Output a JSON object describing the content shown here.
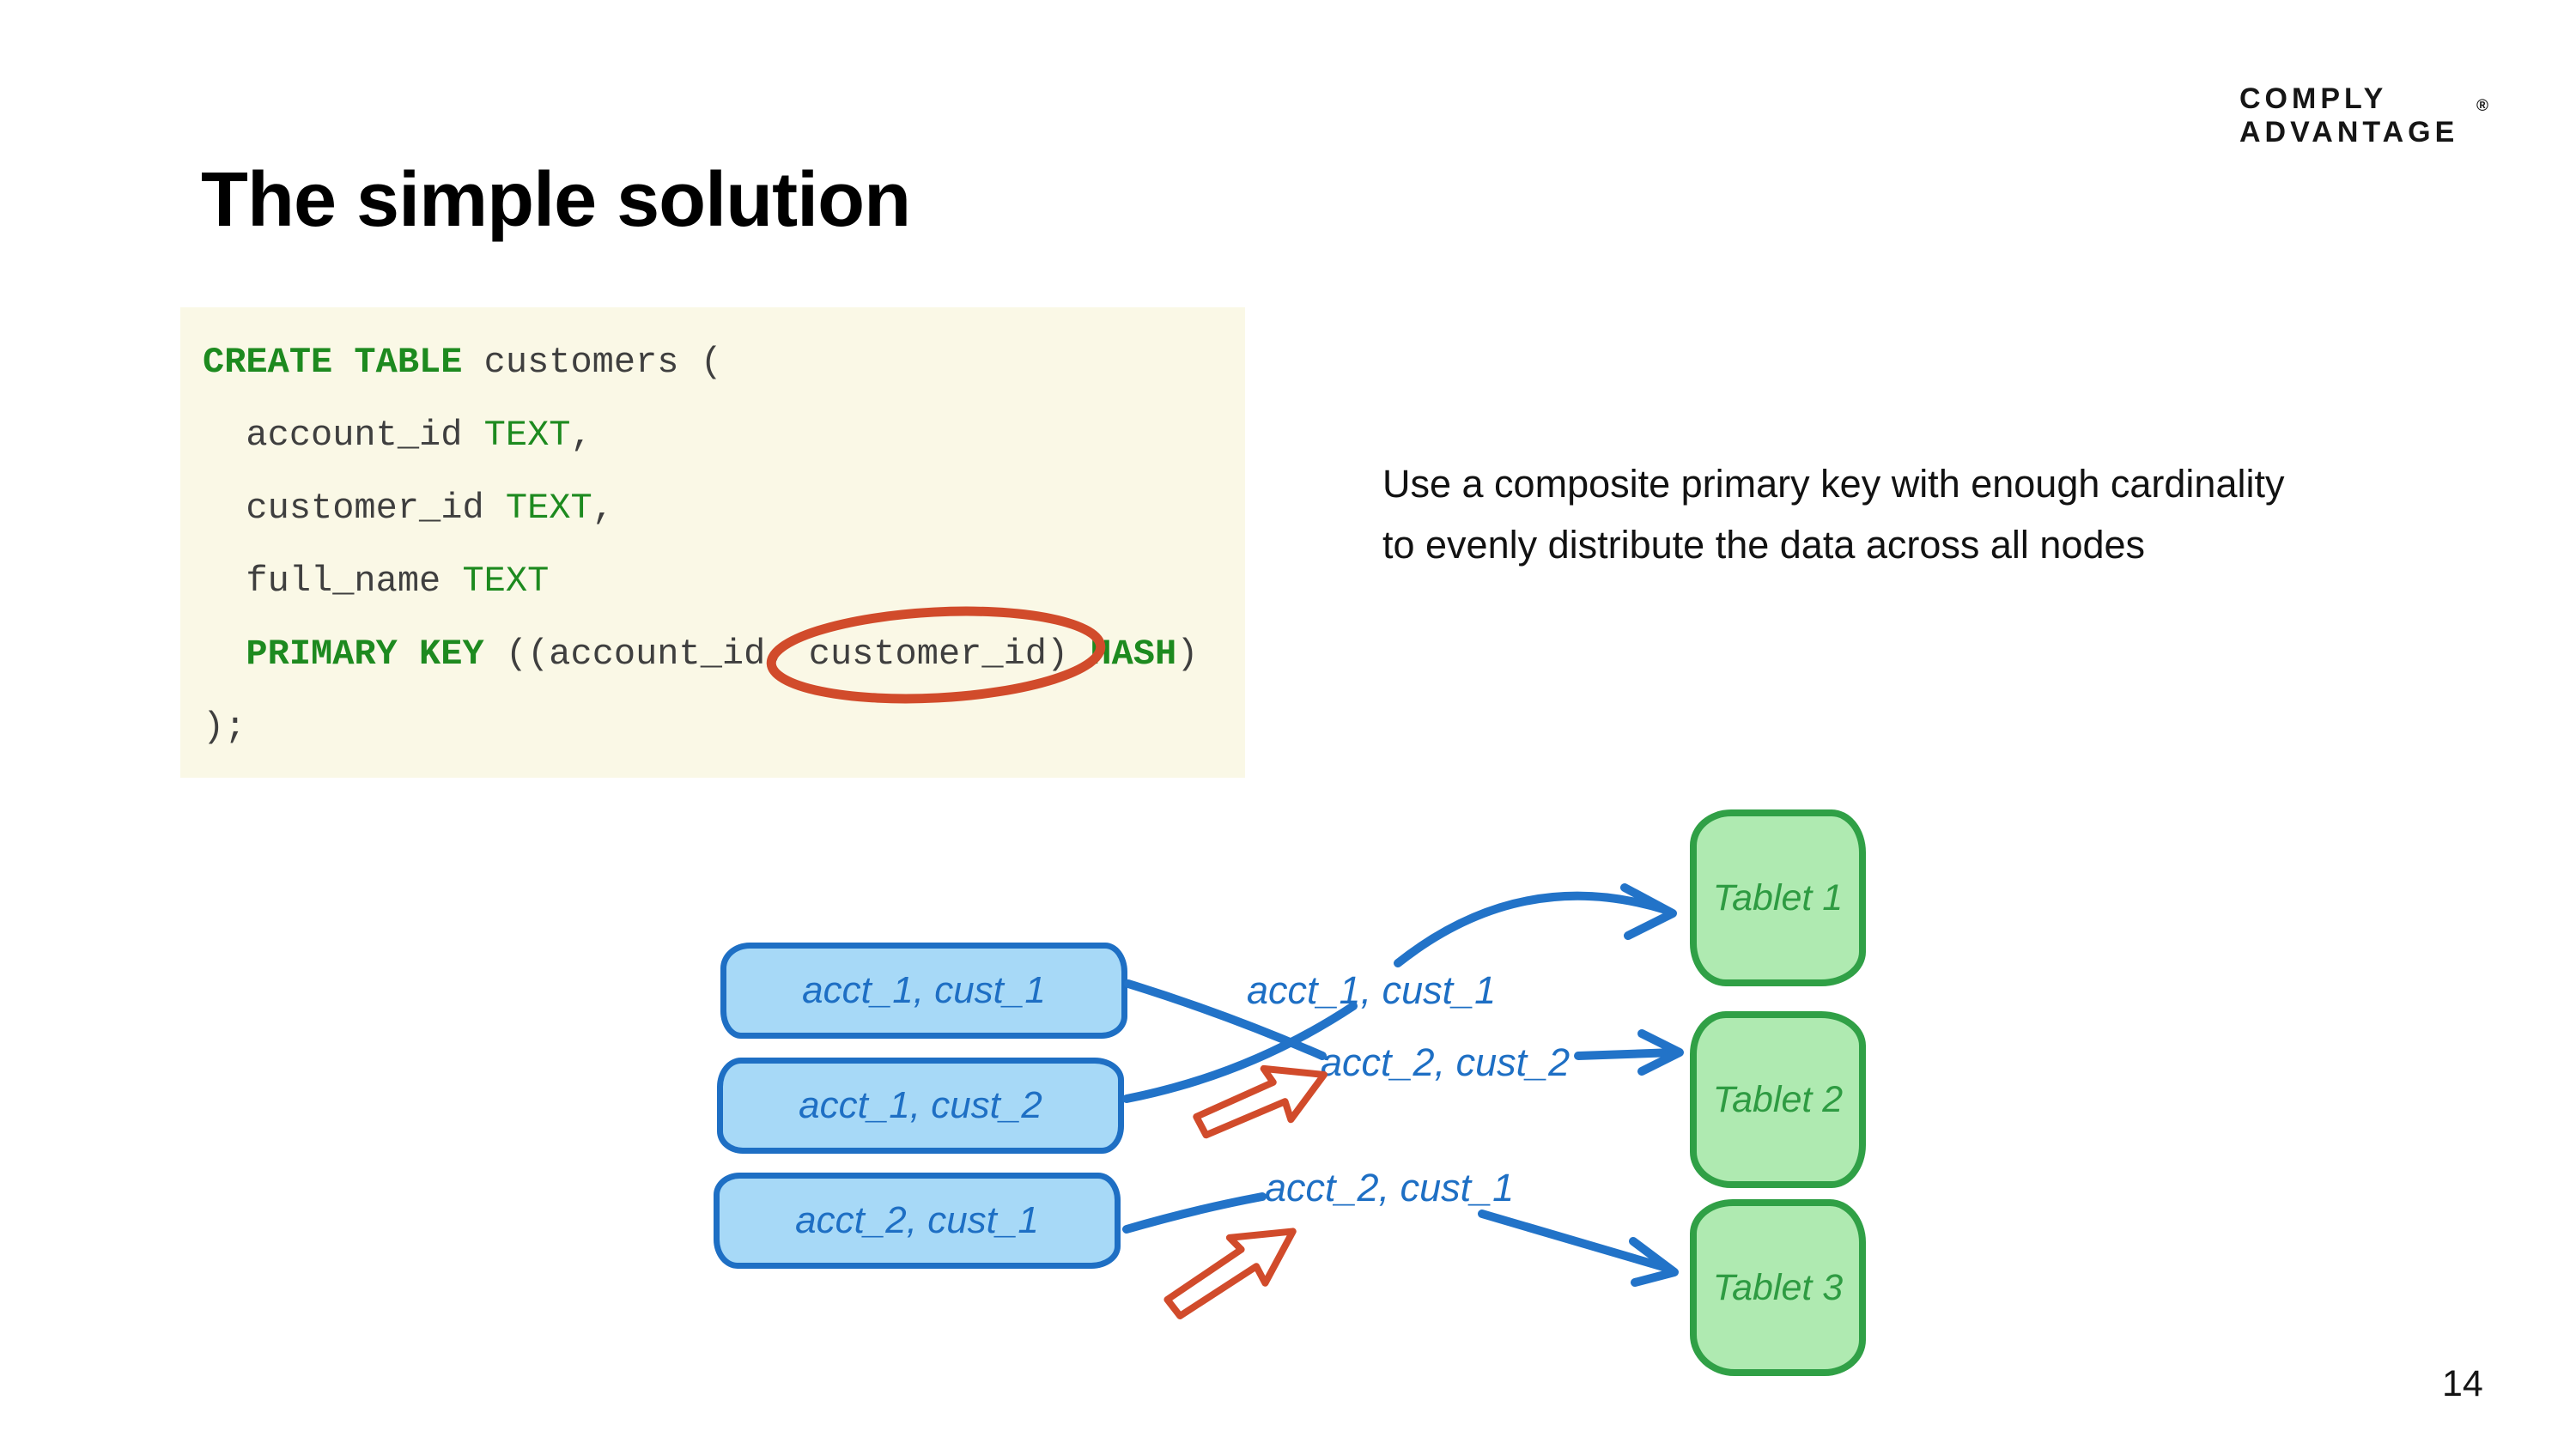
{
  "logo": {
    "line1": "COMPLY",
    "line2": "ADVANTAGE",
    "registered": "®"
  },
  "title": "The simple solution",
  "page_number": "14",
  "code": {
    "line1": {
      "kw": "CREATE TABLE",
      "rest": " customers ("
    },
    "line2": {
      "pre": "  account_id ",
      "type": "TEXT",
      "post": ","
    },
    "line3": {
      "pre": "  customer_id ",
      "type": "TEXT",
      "post": ","
    },
    "line4": {
      "pre": "  full_name ",
      "type": "TEXT"
    },
    "line5": {
      "pre": "  ",
      "kw": "PRIMARY KEY",
      "mid": " ((account_id, customer_id) ",
      "kw2": "HASH",
      "post": ")"
    },
    "line6": {
      "text": ");"
    }
  },
  "note": {
    "line1": "Use a composite primary key with enough cardinality",
    "line2": "to evenly distribute the data across all nodes"
  },
  "diagram": {
    "rows": [
      {
        "label": "acct_1, cust_1"
      },
      {
        "label": "acct_1, cust_2"
      },
      {
        "label": "acct_2, cust_1"
      }
    ],
    "hash_labels": [
      {
        "label": "acct_1, cust_1"
      },
      {
        "label": "acct_2, cust_2"
      },
      {
        "label": "acct_2, cust_1"
      }
    ],
    "tablets": [
      {
        "label": "Tablet 1"
      },
      {
        "label": "Tablet 2"
      },
      {
        "label": "Tablet 3"
      }
    ]
  },
  "theme": {
    "code_bg": "#FAF8E6",
    "code_green": "#1D8A1F",
    "blue_fill": "#A7D9F7",
    "blue_border": "#1E6FC4",
    "blue_stroke": "#2273C8",
    "green_fill": "#AFEAB1",
    "green_border": "#30A046",
    "green_text": "#2E9B42",
    "accent_red": "#D14B2B"
  }
}
